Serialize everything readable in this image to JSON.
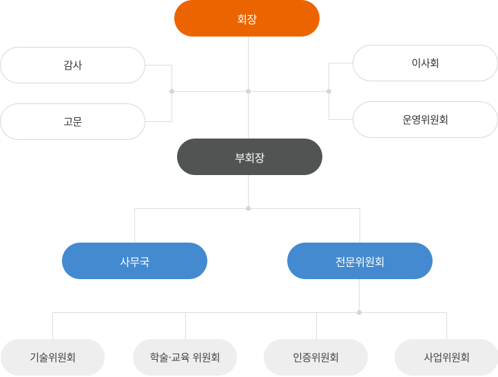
{
  "diagram": {
    "type": "org-chart",
    "colors": {
      "chair": "#ec6400",
      "vice_chair": "#505553",
      "departments": "#438ad0",
      "committees": "#eeeeee",
      "outline_border": "#d6d6d6",
      "connector": "#dcdcdc"
    },
    "chair": {
      "label": "회장"
    },
    "left_branch": [
      {
        "label": "감사"
      },
      {
        "label": "고문"
      }
    ],
    "right_branch": [
      {
        "label": "이사회"
      },
      {
        "label": "운영위원회"
      }
    ],
    "vice_chair": {
      "label": "부회장"
    },
    "departments": [
      {
        "label": "사무국"
      },
      {
        "label": "전문위원회"
      }
    ],
    "committees": [
      {
        "label": "기술위원회"
      },
      {
        "label": "학술·교육 위원회"
      },
      {
        "label": "인증위원회"
      },
      {
        "label": "사업위원회"
      }
    ]
  }
}
